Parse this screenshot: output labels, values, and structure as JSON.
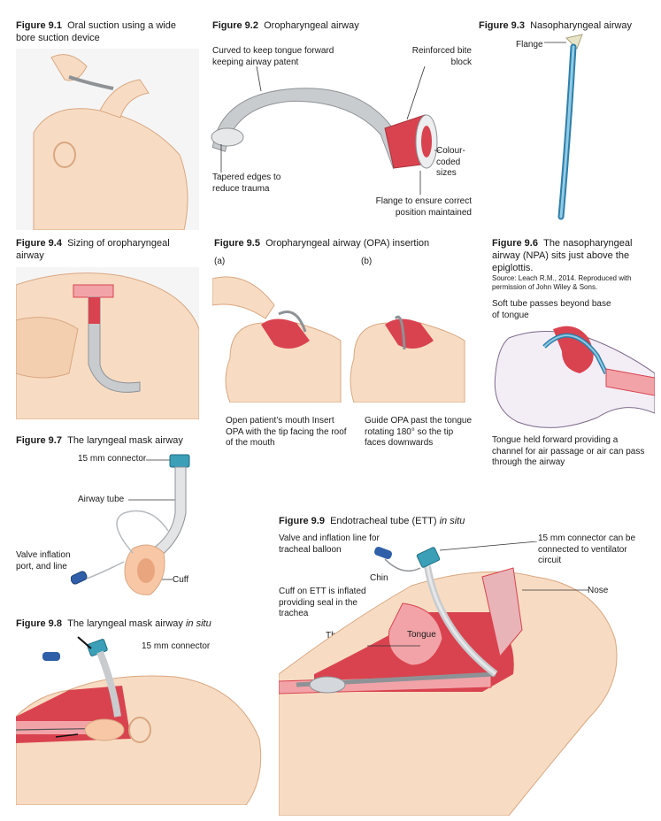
{
  "colors": {
    "skin": "#f7dcc3",
    "skin_line": "#d9a782",
    "tube": "#5aa7cf",
    "tube_dark": "#2f7ea8",
    "red": "#d9434f",
    "pink": "#f2a3a8",
    "grey": "#c9cccf",
    "grey_dark": "#8e9296",
    "connector": "#3a9fb7"
  },
  "fig91": {
    "num": "Figure 9.1",
    "title": "Oral suction using a wide bore suction device"
  },
  "fig92": {
    "num": "Figure 9.2",
    "title": "Oropharyngeal airway",
    "labels": {
      "curved": "Curved to keep tongue forward keeping airway patent",
      "bite": "Reinforced bite block",
      "colour": "Colour-coded sizes",
      "tapered": "Tapered edges to reduce trauma",
      "flange": "Flange to ensure correct position maintained"
    }
  },
  "fig93": {
    "num": "Figure 9.3",
    "title": "Nasopharyngeal airway",
    "labels": {
      "flange": "Flange"
    }
  },
  "fig94": {
    "num": "Figure 9.4",
    "title": "Sizing of oropharyngeal airway"
  },
  "fig95": {
    "num": "Figure 9.5",
    "title": "Oropharyngeal airway (OPA) insertion",
    "a": "(a)",
    "b": "(b)",
    "text_a": "Open patient’s mouth Insert OPA with the tip facing the roof of the mouth",
    "text_b": "Guide OPA past the tongue rotating 180° so the tip faces downwards"
  },
  "fig96": {
    "num": "Figure 9.6",
    "title": "The nasopharyngeal airway (NPA) sits just above the epiglottis.",
    "source": "Source: Leach R.M., 2014. Reproduced with permission of John Wiley & Sons.",
    "labels": {
      "soft": "Soft tube passes beyond base of tongue",
      "held": "Tongue held forward providing a channel for air passage or air can pass through the airway"
    }
  },
  "fig97": {
    "num": "Figure 9.7",
    "title": "The laryngeal mask airway",
    "labels": {
      "connector": "15 mm connector",
      "airway": "Airway tube",
      "valve": "Valve inflation port, and line",
      "cuff": "Cuff"
    }
  },
  "fig98": {
    "num": "Figure 9.8",
    "title_plain": "The laryngeal mask airway ",
    "title_italic": "in situ",
    "labels": {
      "connector": "15 mm connector"
    }
  },
  "fig99": {
    "num": "Figure 9.9",
    "title_plain": "Endotracheal tube (ETT) ",
    "title_italic": "in situ",
    "labels": {
      "valve": "Valve and inflation line for tracheal balloon",
      "connector": "15 mm connector can be connected to ventilator circuit",
      "chin": "Chin",
      "nose": "Nose",
      "cuff": "Cuff on ETT is inflated providing seal in the trachea",
      "throat": "Throat",
      "tongue": "Tongue"
    }
  }
}
